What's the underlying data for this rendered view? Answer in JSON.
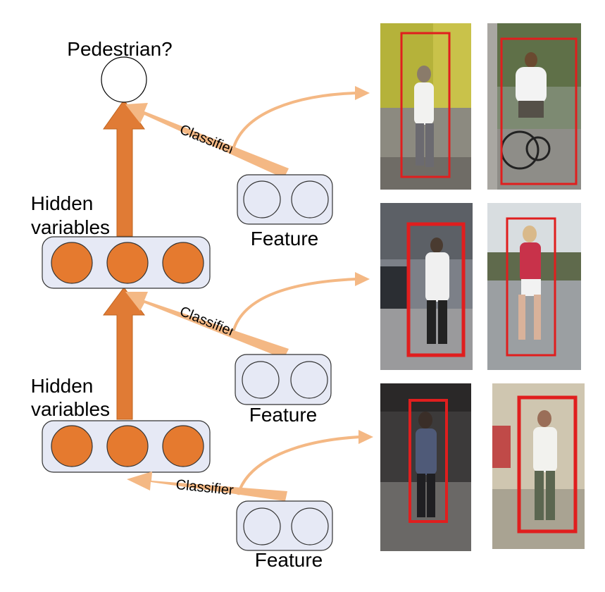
{
  "title": "Pedestrian?",
  "layers": [
    {
      "label_line1": "Hidden",
      "label_line2": "variables",
      "units": 3
    },
    {
      "label_line1": "Hidden",
      "label_line2": "variables",
      "units": 3
    }
  ],
  "feature_label": "Feature",
  "classifier_label": "Classifier",
  "feature_groups": [
    {
      "label": "Feature",
      "classifier": "Classifier"
    },
    {
      "label": "Feature",
      "classifier": "Classifier"
    },
    {
      "label": "Feature",
      "classifier": "Classifier"
    }
  ],
  "colors": {
    "unit_fill": "#e57a2f",
    "arrow_dark": "#e07b35",
    "arrow_light": "#f4b884",
    "panel_fill": "#e6e9f5",
    "detection_box": "#e01e1e"
  },
  "photos": [
    {
      "name": "pedestrian-photo-walking-yellow-wall"
    },
    {
      "name": "pedestrian-photo-cyclist"
    },
    {
      "name": "pedestrian-photo-walking-street"
    },
    {
      "name": "pedestrian-photo-woman-walking"
    },
    {
      "name": "pedestrian-photo-standing-dark"
    },
    {
      "name": "pedestrian-photo-standing-light"
    }
  ]
}
